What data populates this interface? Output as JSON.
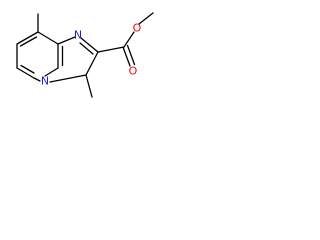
{
  "molecule": {
    "atoms": {
      "ring_n_bridgehead": "N",
      "ring_n_imidazole": "N",
      "carbonyl_o": "O",
      "ester_o": "O"
    },
    "colors": {
      "nitrogen": "#1f1fd0",
      "oxygen": "#e01010",
      "bond": "#000000",
      "background": "#ffffff"
    }
  }
}
